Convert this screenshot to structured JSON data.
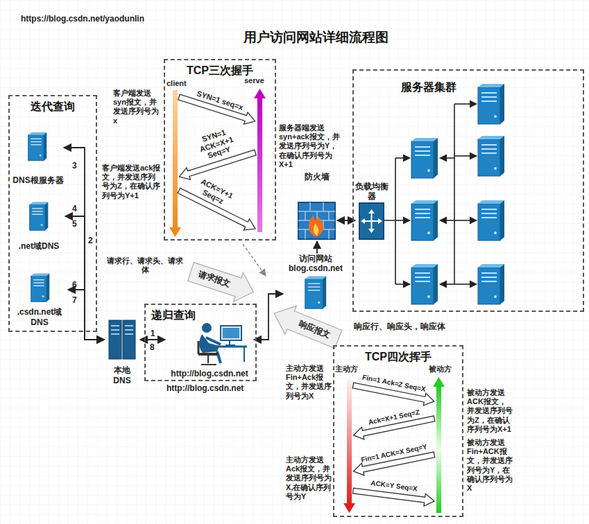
{
  "diagram": {
    "title": "用户访问网站详细流程图",
    "nodes": [
      {
        "text": [
          "迭代查询"
        ]
      },
      {
        "text": [
          "DNS根服务器"
        ],
        "in": 0
      },
      {
        "text": [
          ".net域DNS"
        ],
        "in": 0
      },
      {
        "text": [
          ".csdn.net域 DNS"
        ],
        "in": 0
      },
      {
        "text": [
          "TCP三次握手"
        ]
      },
      {
        "text": [
          "服务器集群"
        ]
      },
      {
        "text": [
          "负载均衡器"
        ],
        "in": 5
      },
      {
        "text": [
          "防火墙"
        ]
      },
      {
        "text": [
          "访问网站 blog.csdn.net"
        ]
      },
      {
        "text": [
          "递归查询"
        ]
      },
      {
        "text": [
          "http://blog.csdn.net"
        ],
        "in": 9
      },
      {
        "text": [
          "本地 DNS"
        ]
      },
      {
        "text": [
          "TCP四次挥手"
        ]
      }
    ],
    "edges": [
      {
        "from": 11,
        "to": 1,
        "arrow": "both"
      },
      {
        "from": 11,
        "to": 2,
        "arrow": "both"
      },
      {
        "from": 11,
        "to": 3,
        "arrow": "both"
      },
      {
        "from": 11,
        "to": 10,
        "label": "1",
        "arrow": "both"
      },
      {
        "from": 10,
        "to": 8,
        "arrow": "both"
      },
      {
        "from": 8,
        "to": 7,
        "arrow": "to"
      },
      {
        "from": 7,
        "to": 6,
        "arrow": "both"
      }
    ],
    "labels": [
      "https://blog.csdn.net/yaodunlin",
      "client",
      "serve",
      "SYN=1 seq=x",
      "SYN=1 ACK=X+1 Seq=Y",
      "ACK=Y+1 Seq=z",
      "客户端发送syn报文，并发送序列号为x",
      "服务器端发送syn+ack报文，并发送序列号为Y，在确认序列号为X+1",
      "客户端发送ack报文，并发送序列号为Z，在确认序列号为Y+1",
      "3",
      "4",
      "5",
      "2",
      "6",
      "7",
      "8",
      "请求行、请求头、请求体",
      "请求报文",
      "响应报文",
      "响应行、响应头，响应体",
      "http://blog.csdn.net",
      "主动方",
      "被动方",
      "Fin=1 Ack=Z Seq=X",
      "Ack=X+1 Seq=Z",
      "Fin=1 ACK=X Seq=Y",
      "ACK=Y Seq=X",
      "主动方发送Fin+Ack报文，并发送序列号为X",
      "被动方发送ACK报文，并发送序列号为Z，在确认序列号为X+1",
      "被动方发送Fin+ACK报文，并发送序列号为Y，在确认序列号为X",
      "主动方发送Ack报文，并发送序列号为X,在确认序列号为Y"
    ]
  }
}
